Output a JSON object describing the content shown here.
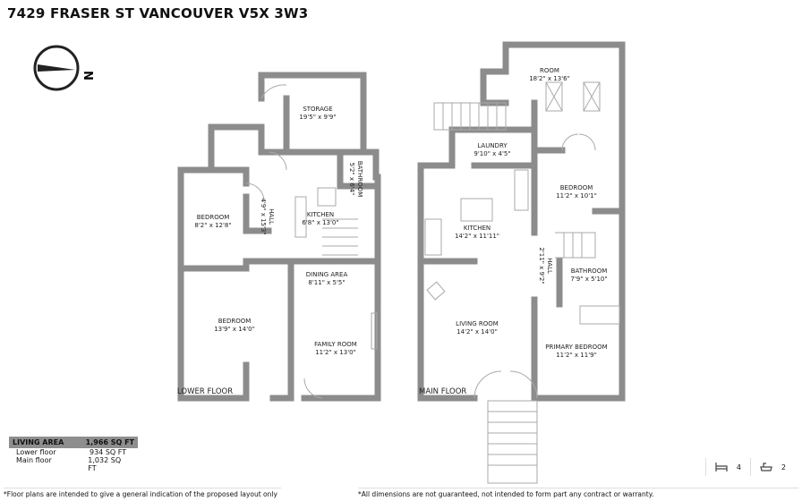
{
  "title": "7429 FRASER ST VANCOUVER V5X 3W3",
  "compass": {
    "label": "N",
    "icon": "compass-icon"
  },
  "lower_floor": {
    "label": "LOWER FLOOR",
    "rooms": [
      {
        "name": "STORAGE",
        "dims": "19'5\" x 9'9\""
      },
      {
        "name": "BATHROOM",
        "dims": "5'2\" x 6'4\""
      },
      {
        "name": "HALL",
        "dims": "4'9\" x 15'3\""
      },
      {
        "name": "BEDROOM",
        "dims": "8'2\" x 12'8\""
      },
      {
        "name": "KITCHEN",
        "dims": "6'8\" x 13'0\""
      },
      {
        "name": "DINING AREA",
        "dims": "8'11\" x 5'5\""
      },
      {
        "name": "BEDROOM",
        "dims": "13'9\" x 14'0\""
      },
      {
        "name": "FAMILY ROOM",
        "dims": "11'2\" x 13'0\""
      }
    ]
  },
  "main_floor": {
    "label": "MAIN FLOOR",
    "rooms": [
      {
        "name": "ROOM",
        "dims": "18'2\" x 13'6\""
      },
      {
        "name": "LAUNDRY",
        "dims": "9'10\" x 4'5\""
      },
      {
        "name": "BEDROOM",
        "dims": "11'2\" x 10'1\""
      },
      {
        "name": "KITCHEN",
        "dims": "14'2\" x 11'11\""
      },
      {
        "name": "HALL",
        "dims": "2'11\" x 9'2\""
      },
      {
        "name": "BATHROOM",
        "dims": "7'9\" x 5'10\""
      },
      {
        "name": "LIVING ROOM",
        "dims": "14'2\" x 14'0\""
      },
      {
        "name": "PRIMARY BEDROOM",
        "dims": "11'2\" x 11'9\""
      }
    ]
  },
  "living_area": {
    "label": "LIVING AREA",
    "total": "1,966 SQ FT",
    "rows": [
      {
        "label": "Lower floor",
        "value": "934 SQ FT"
      },
      {
        "label": "Main floor",
        "value": "1,032 SQ FT"
      }
    ]
  },
  "stats": {
    "bedrooms": "4",
    "bathrooms": "2",
    "bed_icon": "bed-icon",
    "bath_icon": "bathtub-icon"
  },
  "disclaimer_left": "*Floor plans are intended to give a general indication of the proposed layout only",
  "disclaimer_right": "*All dimensions are not guaranteed, not intended to form part any contract or warranty."
}
